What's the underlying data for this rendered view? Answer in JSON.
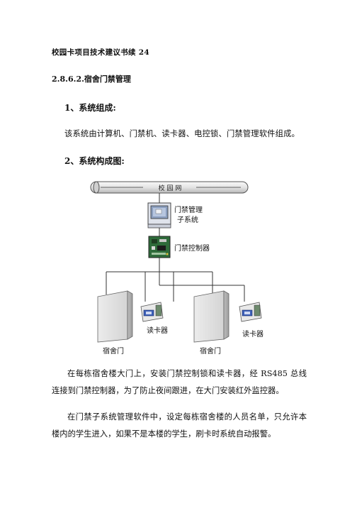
{
  "header": {
    "title": "校园卡项目技术建议书续 24"
  },
  "section": {
    "number_title": "2.8.6.2.宿舍门禁管理"
  },
  "part1": {
    "heading": "1、系统组成:",
    "text": "该系统由计算机、门禁机、读卡器、电控锁、门禁管理软件组成。"
  },
  "part2": {
    "heading": "2、系统构成图:"
  },
  "diagram": {
    "network_label": "校   园   网",
    "mgmt_line1": "门禁管理",
    "mgmt_line2": "子系统",
    "controller_label": "门禁控制器",
    "reader_label_left": "读卡器",
    "reader_label_right": "读卡器",
    "door_label_left": "宿舍门",
    "door_label_right": "宿舍门"
  },
  "paragraphs": {
    "p1": "在每栋宿舍楼大门上，安装门禁控制锁和读卡器，经 RS485 总线连接到门禁控制器，为了防止夜间跟进，在大门安装红外监控器。",
    "p2": "在门禁子系统管理软件中，设定每栋宿舍楼的人员名单，只允许本楼内的学生进入，如果不是本楼的学生，刷卡时系统自动报警。"
  }
}
